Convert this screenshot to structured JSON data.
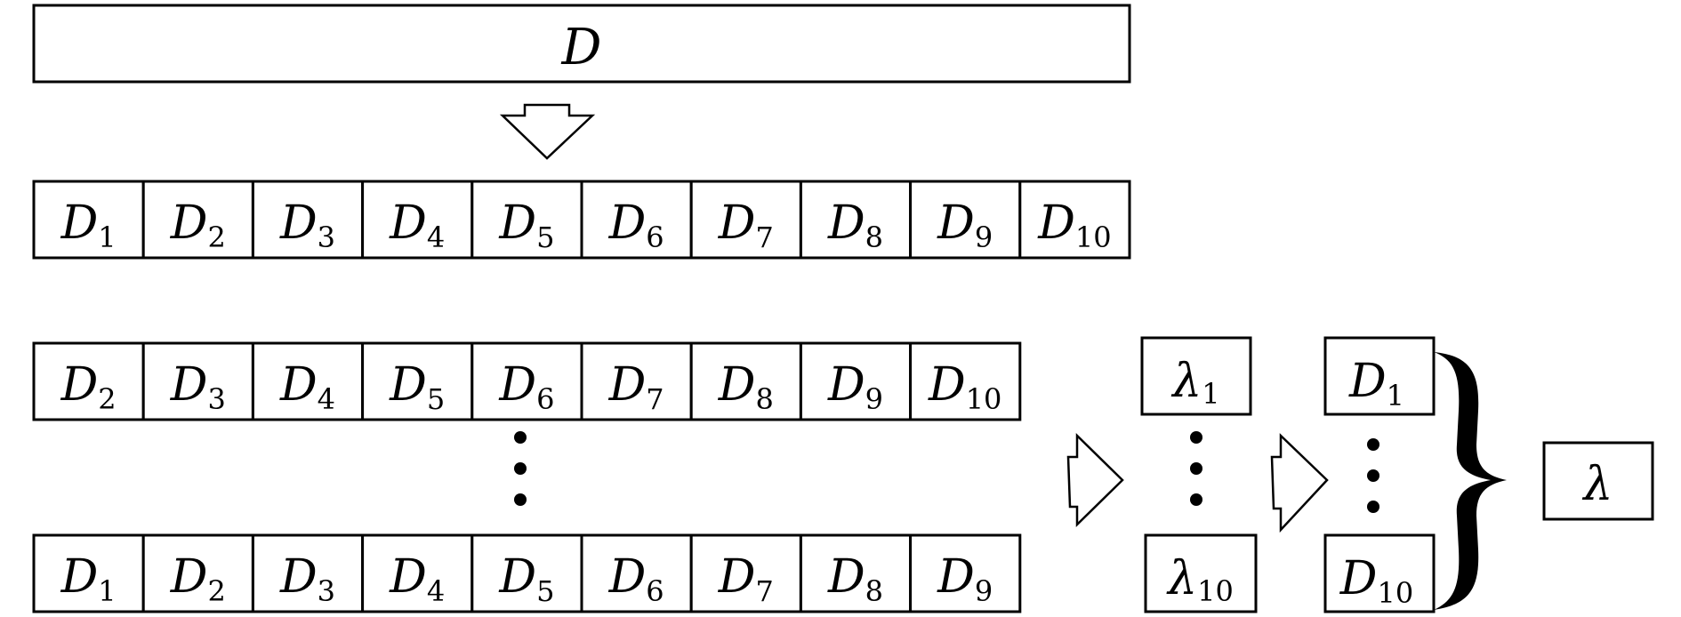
{
  "dataset": {
    "symbol": "D"
  },
  "folds": [
    {
      "base": "D",
      "sub": "1"
    },
    {
      "base": "D",
      "sub": "2"
    },
    {
      "base": "D",
      "sub": "3"
    },
    {
      "base": "D",
      "sub": "4"
    },
    {
      "base": "D",
      "sub": "5"
    },
    {
      "base": "D",
      "sub": "6"
    },
    {
      "base": "D",
      "sub": "7"
    },
    {
      "base": "D",
      "sub": "8"
    },
    {
      "base": "D",
      "sub": "9"
    },
    {
      "base": "D",
      "sub": "10"
    }
  ],
  "train_first": [
    {
      "base": "D",
      "sub": "2"
    },
    {
      "base": "D",
      "sub": "3"
    },
    {
      "base": "D",
      "sub": "4"
    },
    {
      "base": "D",
      "sub": "5"
    },
    {
      "base": "D",
      "sub": "6"
    },
    {
      "base": "D",
      "sub": "7"
    },
    {
      "base": "D",
      "sub": "8"
    },
    {
      "base": "D",
      "sub": "9"
    },
    {
      "base": "D",
      "sub": "10"
    }
  ],
  "train_last": [
    {
      "base": "D",
      "sub": "1"
    },
    {
      "base": "D",
      "sub": "2"
    },
    {
      "base": "D",
      "sub": "3"
    },
    {
      "base": "D",
      "sub": "4"
    },
    {
      "base": "D",
      "sub": "5"
    },
    {
      "base": "D",
      "sub": "6"
    },
    {
      "base": "D",
      "sub": "7"
    },
    {
      "base": "D",
      "sub": "8"
    },
    {
      "base": "D",
      "sub": "9"
    }
  ],
  "models": {
    "first": {
      "base": "λ",
      "sub": "1"
    },
    "last": {
      "base": "λ",
      "sub": "10"
    }
  },
  "validation": {
    "first": {
      "base": "D",
      "sub": "1"
    },
    "last": {
      "base": "D",
      "sub": "10"
    }
  },
  "result": {
    "symbol": "λ"
  }
}
